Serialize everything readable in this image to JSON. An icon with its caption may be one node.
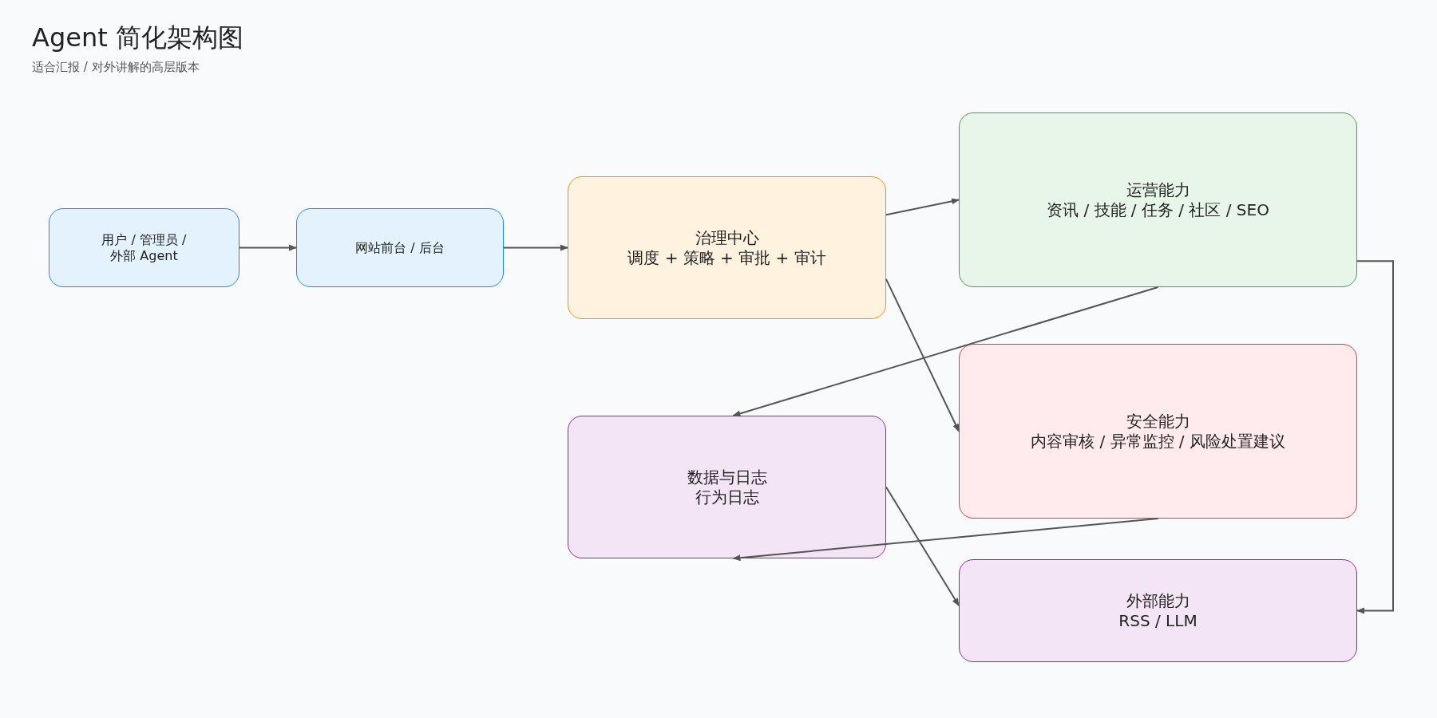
{
  "diagram": {
    "title": "Agent 简化架构图",
    "nodes": [
      {
        "text": [
          "用户 / 管理员 / 外部 Agent"
        ]
      },
      {
        "text": [
          "网站前台 / 后台"
        ]
      },
      {
        "text": [
          "治理中心",
          "调度 + 策略 + 审批 + 审计"
        ]
      },
      {
        "text": [
          "运营能力",
          "资讯 / 技能 / 任务 / 社区 / SEO"
        ]
      },
      {
        "text": [
          "安全能力",
          "内容审核 / 异常监控 / 风险处置建议"
        ]
      },
      {
        "text": [
          "数据与日志",
          "行为日志"
        ]
      },
      {
        "text": [
          "外部能力",
          "RSS / LLM"
        ]
      }
    ],
    "edges": [
      {
        "from": 0,
        "to": 1,
        "arrow": "to"
      },
      {
        "from": 1,
        "to": 2,
        "arrow": "to"
      },
      {
        "from": 2,
        "to": 3,
        "arrow": "to"
      },
      {
        "from": 2,
        "to": 4,
        "arrow": "to"
      },
      {
        "from": 3,
        "to": 5,
        "arrow": "to"
      },
      {
        "from": 4,
        "to": 5,
        "arrow": "to"
      },
      {
        "from": 3,
        "to": 6,
        "arrow": "to"
      },
      {
        "from": 5,
        "to": 6,
        "arrow": "to"
      }
    ],
    "labels": [
      "适合汇报 / 对外讲解的高层版本"
    ]
  }
}
